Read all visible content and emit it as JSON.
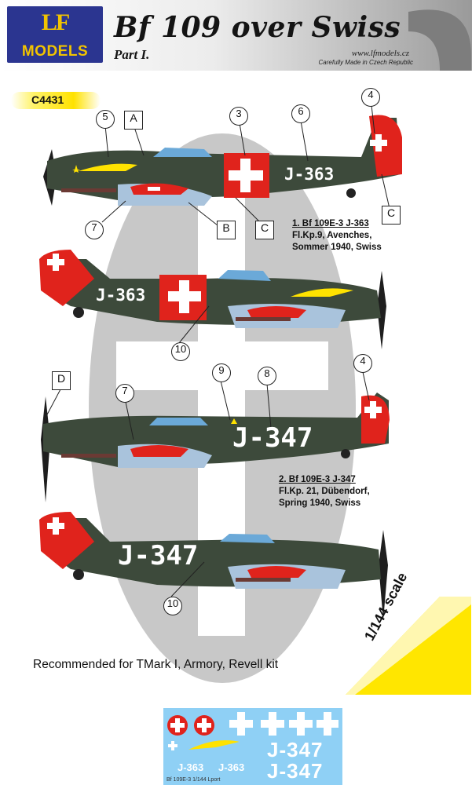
{
  "header": {
    "logo_letters": "LF",
    "logo_text": "MODELS",
    "title": "Bf 109 over Swiss",
    "subtitle": "Part I.",
    "website": "www.lfmodels.cz",
    "tagline": "Carefully Made in Czech Republic"
  },
  "product_code": "C4431",
  "scale_label": "1/144 scale",
  "aircraft": [
    {
      "number_title": "1. Bf 109E-3 J-363",
      "unit": "Fl.Kp.9, Avenches,",
      "when": "Sommer 1940, Swiss",
      "code": "J-363"
    },
    {
      "number_title": "2. Bf 109E-3 J-347",
      "unit": "Fl.Kp. 21, Dübendorf,",
      "when": "Spring 1940, Swiss",
      "code": "J-347"
    }
  ],
  "callouts": {
    "c3": "3",
    "c4": "4",
    "c5": "5",
    "c6": "6",
    "c7": "7",
    "c8": "8",
    "c9": "9",
    "c10": "10",
    "A": "A",
    "B": "B",
    "C": "C",
    "D": "D"
  },
  "recommendation": "Recommended for TMark I, Armory, Revell kit",
  "decal_sheet": {
    "codes_small": "J-363",
    "code_big": "J-347",
    "footer": "Bf 109E-3 1/144 Lport"
  },
  "colors": {
    "fuselage": "#3d4a3b",
    "underside": "#a9c3dc",
    "swiss_red": "#e0231c",
    "badge_yellow": "#ffe200",
    "logo_blue": "#2b3590",
    "roundel_gray": "#c8c8c8",
    "decal_sheet_bg": "#8fd0f5"
  }
}
